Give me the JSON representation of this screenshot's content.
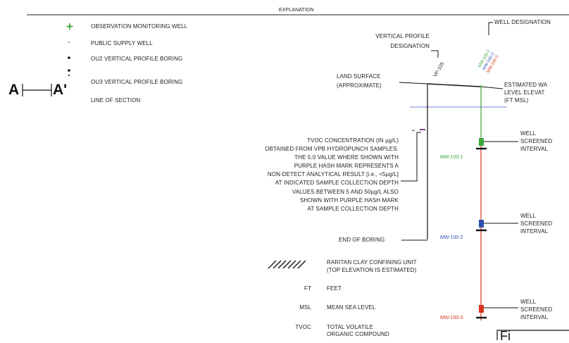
{
  "header": {
    "title": "EXPLANATION"
  },
  "legend": {
    "observation_well": "OBSERVATION MONITORING WELL",
    "public_supply_well": "PUBLIC SUPPLY WELL",
    "ou2_boring": "OU2 VERTICAL PROFILE BORING",
    "ou3_boring": "OU3 VERTICAL PROFILE BORING",
    "section_a": "A",
    "section_a_prime": "A'",
    "line_of_section": "LINE OF SECTION"
  },
  "callouts": {
    "vp_designation": [
      "VERTICAL PROFILE",
      "DESIGNATION"
    ],
    "vp_label": "VP-105",
    "well_designation": "WELL DESIGNATION",
    "land_surface": [
      "LAND SURFACE",
      "(APPROXIMATE)"
    ],
    "water_level": [
      "ESTIMATED WA",
      "LEVEL ELEVAT",
      "(FT MSL)"
    ],
    "tvoc_note": [
      "TVOC CONCENTRATION (IN µg/L)",
      "OBTAINED FROM VPB HYDROPUNCH SAMPLES.",
      "THE 5.0 VALUE WHERE SHOWN WITH",
      "PURPLE HASH MARK REPRESENTS A",
      "NON-DETECT ANALYTICAL RESULT [i.e., <5µg/L]",
      "AT INDICATED SAMPLE COLLECTION DEPTH",
      "VALUES BETWEEN 5 AND 50µg/L ALSO",
      "SHOWN WITH PURPLE HASH MARK",
      "AT SAMPLE COLLECTION DEPTH"
    ],
    "end_of_boring": "END OF BORING",
    "screen_1": [
      "WELL",
      "SCREENED",
      "INTERVAL"
    ],
    "screen_2": [
      "WELL",
      "SCREENED",
      "INTERVAL"
    ],
    "screen_3": [
      "WELL",
      "SCREENED",
      "INTERVAL"
    ]
  },
  "wells": {
    "w1": "MW-100-1",
    "w2": "MW-100-2",
    "w3": "MW-100-3",
    "diag_1": "MW-100-1",
    "diag_2": "MW-100-2",
    "diag_3": "MW-100-3"
  },
  "clay": [
    "RARITAN CLAY CONFINING UNIT",
    "(TOP ELEVATION IS ESTIMATED)"
  ],
  "abbreviations": [
    {
      "abbr": "FT",
      "meaning": [
        "FEET"
      ]
    },
    {
      "abbr": "MSL",
      "meaning": [
        "MEAN SEA LEVEL"
      ]
    },
    {
      "abbr": "TVOC",
      "meaning": [
        "TOTAL VOLATILE",
        "ORGANIC COMPOUND"
      ]
    }
  ],
  "corner": "Fi",
  "colors": {
    "green": "#3aa83a",
    "blue": "#2f4fb0",
    "red": "#d8341e",
    "purple": "#7a3f8f",
    "olive": "#9a8a20",
    "water": "#6f7fd0"
  }
}
